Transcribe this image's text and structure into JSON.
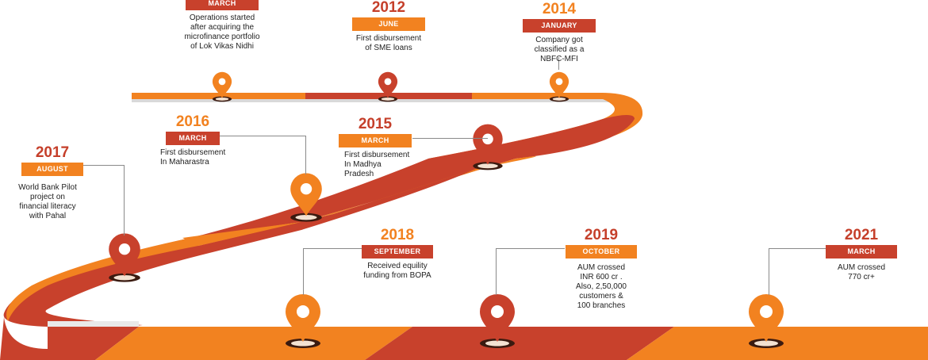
{
  "milestones": [
    {
      "id": "e-2011",
      "year": "",
      "month": "MARCH",
      "text": [
        "Operations started",
        "after acquiring the",
        "microfinance portfolio",
        "of Lok Vikas Nidhi"
      ],
      "marker_color": "#f28220"
    },
    {
      "id": "e-2012",
      "year": "2012",
      "month": "JUNE",
      "text": [
        "First disbursement",
        "of SME loans"
      ],
      "marker_color": "#c8412c"
    },
    {
      "id": "e-2014",
      "year": "2014",
      "month": "JANUARY",
      "text": [
        "Company got",
        "classified as a",
        "NBFC-MFI"
      ],
      "marker_color": "#f28220"
    },
    {
      "id": "e-2015",
      "year": "2015",
      "month": "MARCH",
      "text": [
        "First disbursement",
        "In Madhya",
        "Pradesh"
      ],
      "marker_color": "#c8412c"
    },
    {
      "id": "e-2016",
      "year": "2016",
      "month": "MARCH",
      "text": [
        "First disbursement",
        "In Maharastra"
      ],
      "marker_color": "#f28220"
    },
    {
      "id": "e-2017",
      "year": "2017",
      "month": "AUGUST",
      "text": [
        "World Bank Pilot",
        "project on",
        "financial literacy",
        "with Pahal"
      ],
      "marker_color": "#c8412c"
    },
    {
      "id": "e-2018",
      "year": "2018",
      "month": "SEPTEMBER",
      "text": [
        "Received equility",
        "funding from BOPA"
      ],
      "marker_color": "#f28220"
    },
    {
      "id": "e-2019",
      "year": "2019",
      "month": "OCTOBER",
      "text": [
        "AUM crossed",
        "INR 600 cr .",
        "Also, 2,50,000",
        "customers &",
        "100 branches"
      ],
      "marker_color": "#c8412c"
    },
    {
      "id": "e-2021",
      "year": "2021",
      "month": "MARCH",
      "text": [
        "AUM crossed",
        "770 cr+"
      ],
      "marker_color": "#f28220"
    }
  ],
  "colors": {
    "orange": "#f28220",
    "red": "#c8412c",
    "dark_red": "#a8321f",
    "connector": "#8a8a8a"
  }
}
